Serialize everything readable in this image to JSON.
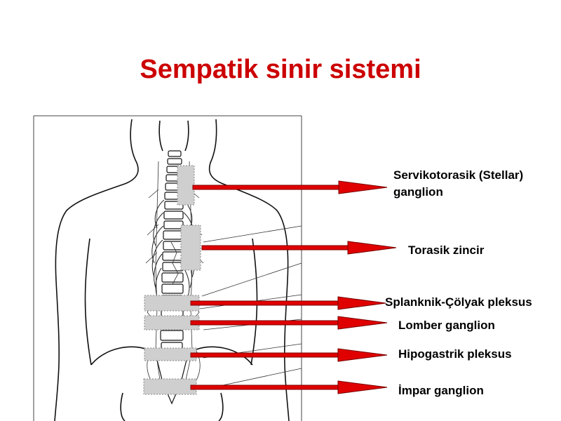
{
  "slide": {
    "title": "Sempatik sinir sistemi",
    "title_color": "#cc0000",
    "arrow_color": "#e00000"
  },
  "labels": [
    {
      "line1": "Servikotorasik (Stellar)",
      "line2": "ganglion"
    },
    {
      "line1": "Torasik zincir"
    },
    {
      "line1": "Splanknik-Çölyak pleksus"
    },
    {
      "line1": "Lomber ganglion"
    },
    {
      "line1": "Hipogastrik pleksus"
    },
    {
      "line1": "İmpar ganglion"
    }
  ]
}
